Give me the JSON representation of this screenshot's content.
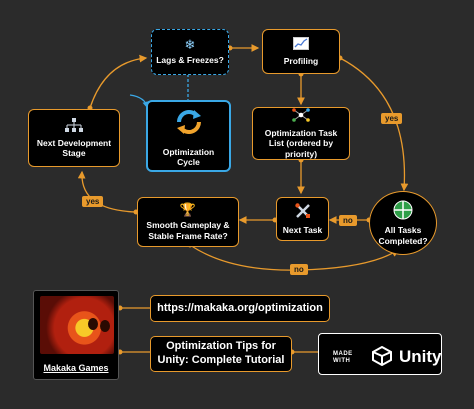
{
  "diagram": {
    "nodes": {
      "lags": {
        "label": "Lags & Freezes?",
        "icon": "snowflake-icon"
      },
      "profiling": {
        "label": "Profiling",
        "icon": "graph-icon"
      },
      "next_dev": {
        "label": "Next Development Stage",
        "icon": "network-icon"
      },
      "cycle": {
        "label": "Optimization Cycle",
        "icon": "cycle-arrows-icon"
      },
      "task_list": {
        "label": "Optimization Task List (ordered by priority)",
        "icon": "nodes-icon"
      },
      "smooth": {
        "label": "Smooth Gameplay & Stable Frame Rate?",
        "icon": "trophy-icon"
      },
      "next_task": {
        "label": "Next Task",
        "icon": "tools-icon"
      },
      "all_tasks": {
        "label": "All Tasks Completed?",
        "icon": "crosshair-icon"
      }
    },
    "edge_labels": {
      "yes_right": "yes",
      "yes_left": "yes",
      "no_next_task": "no",
      "no_bottom": "no"
    }
  },
  "footer": {
    "thumb_label": "Makaka Games",
    "url": "https://makaka.org/optimization",
    "tutorial": "Optimization Tips for Unity: Complete Tutorial",
    "badge_made": "MADE",
    "badge_with": "WITH",
    "badge_brand": "Unity"
  },
  "colors": {
    "accent": "#e89a2c",
    "blue": "#3aa8e6",
    "background": "#2b2b2b"
  }
}
